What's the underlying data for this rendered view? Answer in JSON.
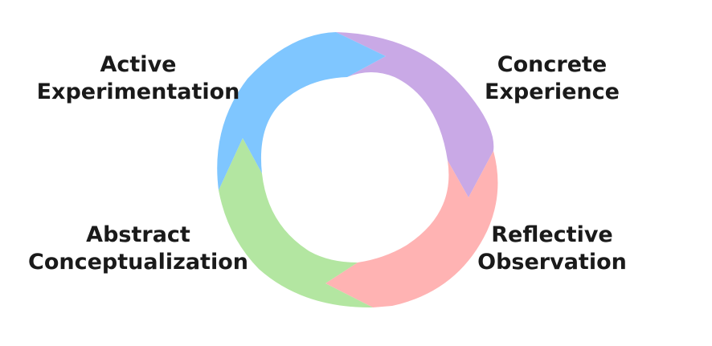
{
  "diagram": {
    "stages": [
      {
        "id": "concrete-experience",
        "line1": "Concrete",
        "line2": "Experience",
        "color": "#c9a9e6"
      },
      {
        "id": "reflective-observation",
        "line1": "Reflective",
        "line2": "Observation",
        "color": "#ffb3b3"
      },
      {
        "id": "abstract-conceptualization",
        "line1": "Abstract",
        "line2": "Conceptualization",
        "color": "#b3e6a1"
      },
      {
        "id": "active-experimentation",
        "line1": "Active",
        "line2": "Experimentation",
        "color": "#7fc6ff"
      }
    ]
  }
}
